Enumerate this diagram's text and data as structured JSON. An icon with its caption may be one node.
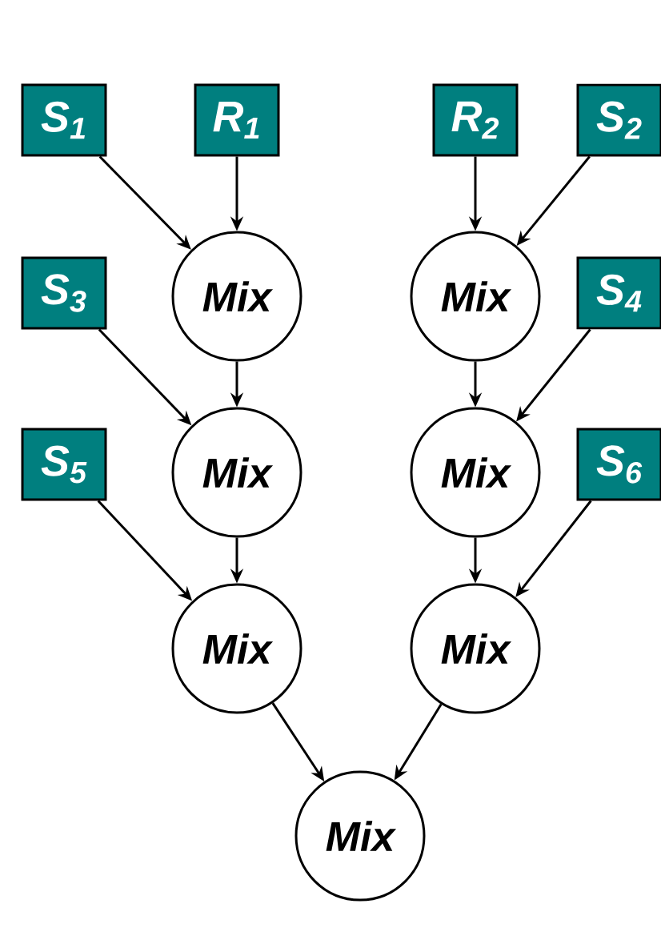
{
  "diagram": {
    "nodes": [
      {
        "text": [
          "S$_{1}$"
        ]
      },
      {
        "text": [
          "R$_{1}$"
        ]
      },
      {
        "text": [
          "R$_{2}$"
        ]
      },
      {
        "text": [
          "S$_{2}$"
        ]
      },
      {
        "text": [
          "S$_{3}$"
        ]
      },
      {
        "text": [
          "Mix"
        ]
      },
      {
        "text": [
          "Mix"
        ]
      },
      {
        "text": [
          "S$_{4}$"
        ]
      },
      {
        "text": [
          "S$_{5}$"
        ]
      },
      {
        "text": [
          "Mix"
        ]
      },
      {
        "text": [
          "Mix"
        ]
      },
      {
        "text": [
          "S$_{6}$"
        ]
      },
      {
        "text": [
          "Mix"
        ]
      },
      {
        "text": [
          "Mix"
        ]
      },
      {
        "text": [
          "Mix"
        ]
      }
    ],
    "edges": [
      {
        "from": 0,
        "to": 5,
        "arrow": "to"
      },
      {
        "from": 1,
        "to": 5,
        "arrow": "to"
      },
      {
        "from": 2,
        "to": 6,
        "arrow": "to"
      },
      {
        "from": 3,
        "to": 6,
        "arrow": "to"
      },
      {
        "from": 4,
        "to": 9,
        "arrow": "to"
      },
      {
        "from": 5,
        "to": 9,
        "arrow": "to"
      },
      {
        "from": 6,
        "to": 10,
        "arrow": "to"
      },
      {
        "from": 7,
        "to": 10,
        "arrow": "to"
      },
      {
        "from": 8,
        "to": 12,
        "arrow": "to"
      },
      {
        "from": 9,
        "to": 12,
        "arrow": "to"
      },
      {
        "from": 10,
        "to": 13,
        "arrow": "to"
      },
      {
        "from": 11,
        "to": 13,
        "arrow": "to"
      },
      {
        "from": 12,
        "to": 14,
        "arrow": "to"
      },
      {
        "from": 13,
        "to": 14,
        "arrow": "to"
      }
    ]
  }
}
